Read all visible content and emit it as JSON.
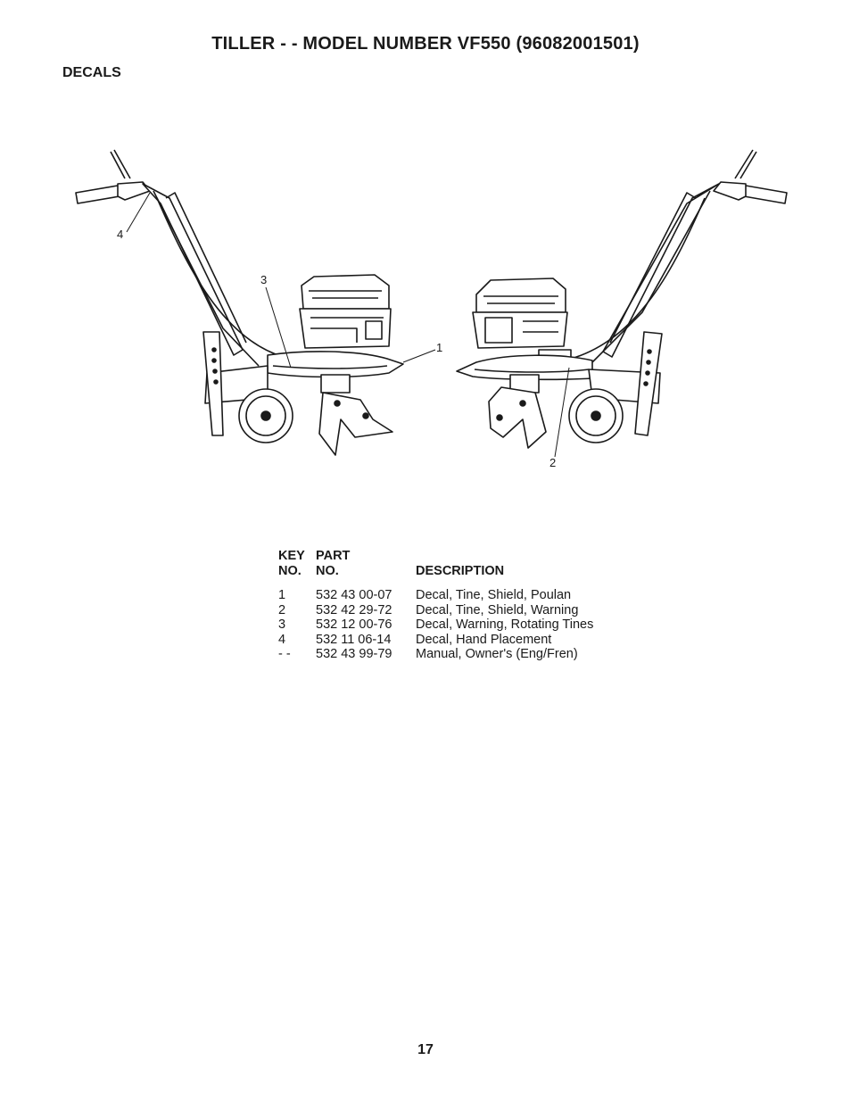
{
  "title": "TILLER - - MODEL NUMBER  VF550  (96082001501)",
  "section": "DECALS",
  "callouts": [
    "1",
    "2",
    "3",
    "4"
  ],
  "parts_table": {
    "headers": {
      "key_top": "KEY",
      "key_bottom": "NO.",
      "part_top": "PART",
      "part_bottom": "NO.",
      "description": "DESCRIPTION"
    },
    "rows": [
      {
        "key": "1",
        "part": "532 43 00-07",
        "description": "Decal, Tine, Shield, Poulan"
      },
      {
        "key": "2",
        "part": "532 42 29-72",
        "description": "Decal, Tine, Shield, Warning"
      },
      {
        "key": "3",
        "part": "532 12 00-76",
        "description": "Decal, Warning, Rotating Tines"
      },
      {
        "key": "4",
        "part": "532 11 06-14",
        "description": "Decal, Hand Placement"
      },
      {
        "key": "- -",
        "part": "532 43 99-79",
        "description": "Manual, Owner's (Eng/Fren)"
      }
    ]
  },
  "page_number": "17"
}
